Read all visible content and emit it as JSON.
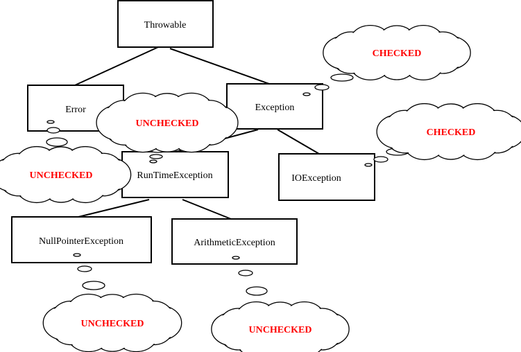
{
  "nodes": {
    "throwable": "Throwable",
    "error": "Error",
    "exception": "Exception",
    "runtime": "RunTimeException",
    "ioexception": "IOException",
    "nullpointer": "NullPointerException",
    "arithmetic": "ArithmeticException"
  },
  "tags": {
    "exception": "CHECKED",
    "ioexception": "CHECKED",
    "error": "UNCHECKED",
    "runtime": "UNCHECKED",
    "nullpointer": "UNCHECKED",
    "arithmetic": "UNCHECKED"
  },
  "colors": {
    "tag": "#ff0000",
    "stroke": "#000000"
  }
}
